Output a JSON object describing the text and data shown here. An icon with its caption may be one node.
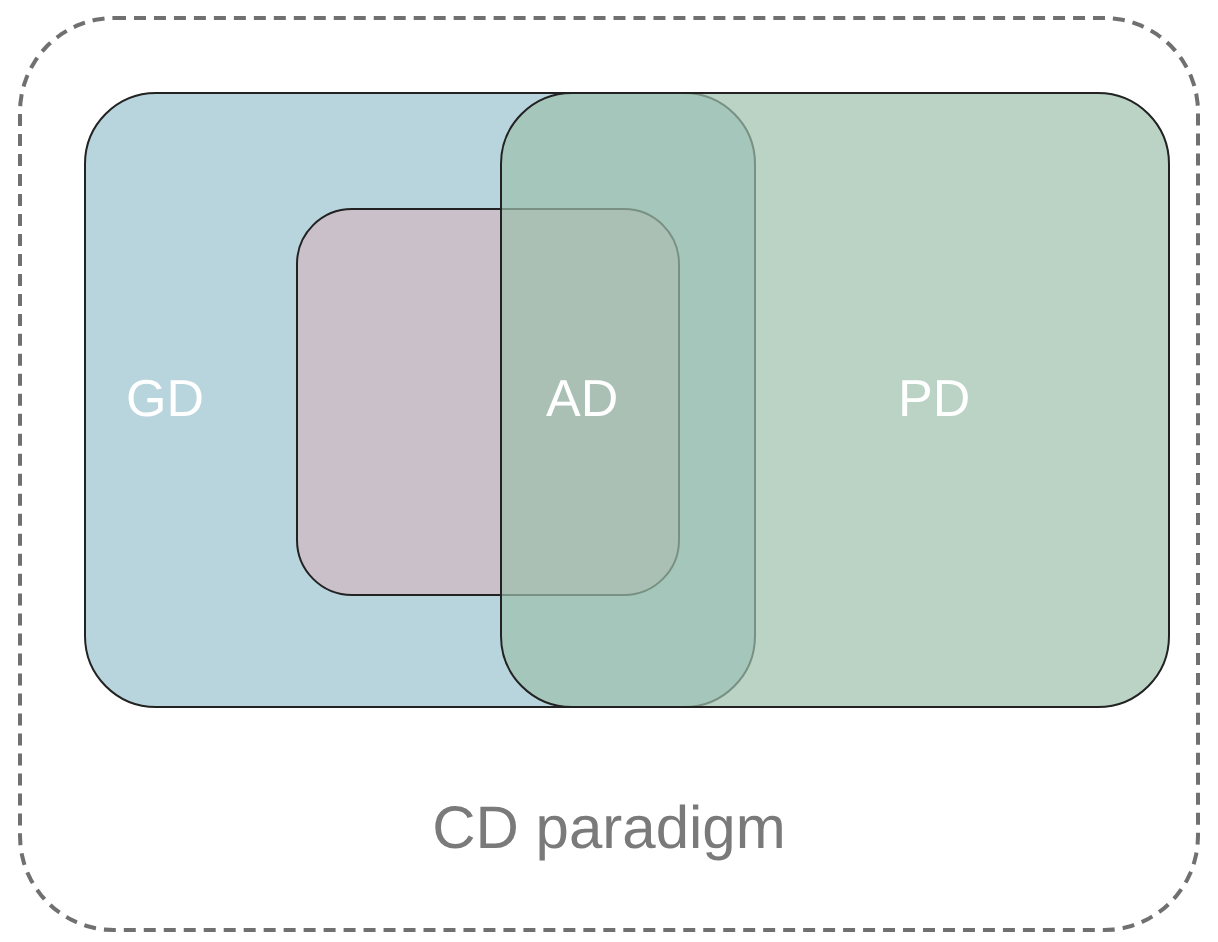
{
  "diagram": {
    "nodes": [
      {
        "text": [
          "CD paradigm"
        ]
      },
      {
        "text": [
          "GD"
        ],
        "in": 0
      },
      {
        "text": [
          "AD"
        ],
        "in": 1
      },
      {
        "text": [
          "PD"
        ],
        "in": 0
      }
    ]
  }
}
